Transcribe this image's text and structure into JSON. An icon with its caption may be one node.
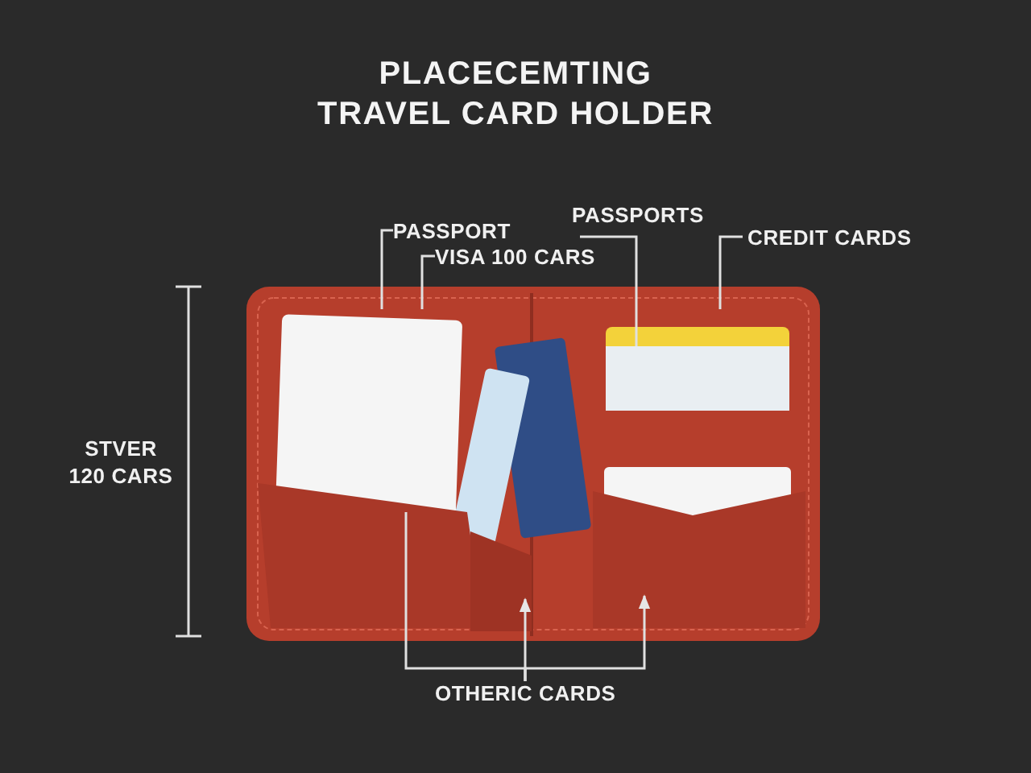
{
  "diagram": {
    "title": "PLACECEMTING TRAVEL CARD HOLDER",
    "nodes": [
      {
        "text": [
          "PASSPORT"
        ]
      },
      {
        "text": [
          "VISA 100 CARS"
        ]
      },
      {
        "text": [
          "PASSPORTS"
        ]
      },
      {
        "text": [
          "CREDIT CARDS"
        ]
      },
      {
        "text": [
          "OTHERIC CARDS"
        ]
      }
    ],
    "edges": [
      {
        "from": 0,
        "to": null,
        "arrow": "none"
      },
      {
        "from": 1,
        "to": null,
        "arrow": "none"
      },
      {
        "from": 2,
        "to": null,
        "arrow": "none"
      },
      {
        "from": 3,
        "to": null,
        "arrow": "none"
      },
      {
        "from": 4,
        "to": null,
        "arrow": "none"
      },
      {
        "from": 4,
        "to": null,
        "arrow": "to"
      },
      {
        "from": 4,
        "to": null,
        "arrow": "to"
      }
    ],
    "labels": [
      "STVER 120 CARS"
    ]
  }
}
